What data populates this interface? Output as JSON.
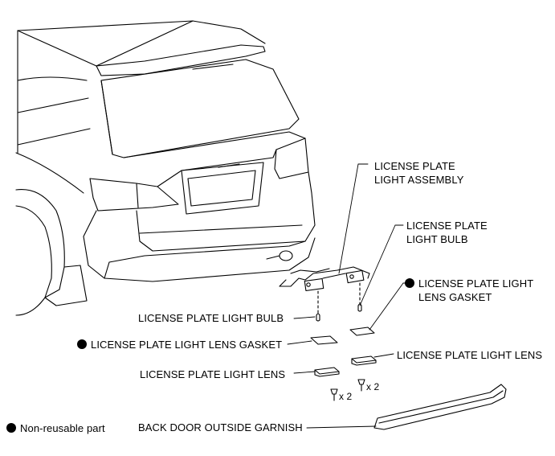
{
  "labels": {
    "assembly_line1": "LICENSE PLATE",
    "assembly_line2": "LIGHT ASSEMBLY",
    "bulb_right_line1": "LICENSE PLATE",
    "bulb_right_line2": "LIGHT BULB",
    "gasket_right_line1": "LICENSE PLATE LIGHT",
    "gasket_right_line2": "LENS GASKET",
    "bulb_left": "LICENSE PLATE LIGHT BULB",
    "gasket_left": "LICENSE PLATE LIGHT LENS GASKET",
    "lens_right": "LICENSE PLATE LIGHT LENS",
    "lens_left": "LICENSE PLATE LIGHT LENS",
    "screw_left_qty": "x 2",
    "screw_right_qty": "x 2",
    "garnish": "BACK DOOR OUTSIDE GARNISH"
  },
  "legend": {
    "non_reusable": "Non-reusable part",
    "symbol": "filled-circle-icon"
  }
}
